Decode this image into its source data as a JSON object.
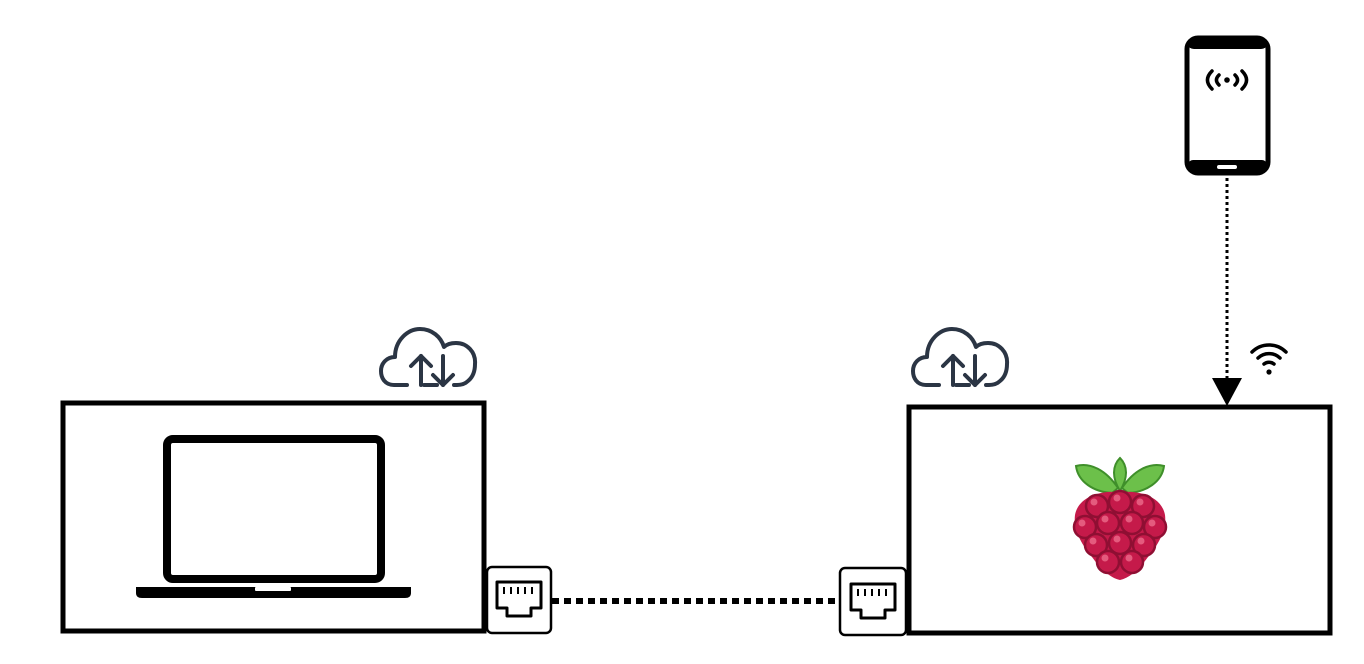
{
  "diagram": {
    "nodes": [
      {
        "id": "laptop-box",
        "icon": "laptop-icon"
      },
      {
        "id": "raspberry-pi-box",
        "icon": "raspberry-pi-icon"
      },
      {
        "id": "smartphone",
        "icon": "smartphone-broadcast-icon"
      }
    ],
    "ports": [
      {
        "attached_to": "laptop-box",
        "icon": "ethernet-port-icon"
      },
      {
        "attached_to": "raspberry-pi-box",
        "icon": "ethernet-port-icon"
      }
    ],
    "badges": [
      {
        "attached_to": "laptop-box",
        "icon": "cloud-sync-icon"
      },
      {
        "attached_to": "raspberry-pi-box",
        "icon": "cloud-sync-icon"
      },
      {
        "attached_to": "raspberry-pi-box",
        "icon": "wifi-icon"
      }
    ],
    "edges": [
      {
        "from": "laptop-box",
        "to": "raspberry-pi-box",
        "style": "dotted",
        "medium": "ethernet"
      },
      {
        "from": "smartphone",
        "to": "raspberry-pi-box",
        "style": "dotted",
        "arrow": "end",
        "medium": "wifi"
      }
    ],
    "colors": {
      "stroke": "#000000",
      "cloud": "#2b3544",
      "berry": "#c51a4a",
      "berry_light": "#e45b7e",
      "leaf": "#6cc04a",
      "leaf_dark": "#3f8f2a"
    }
  }
}
